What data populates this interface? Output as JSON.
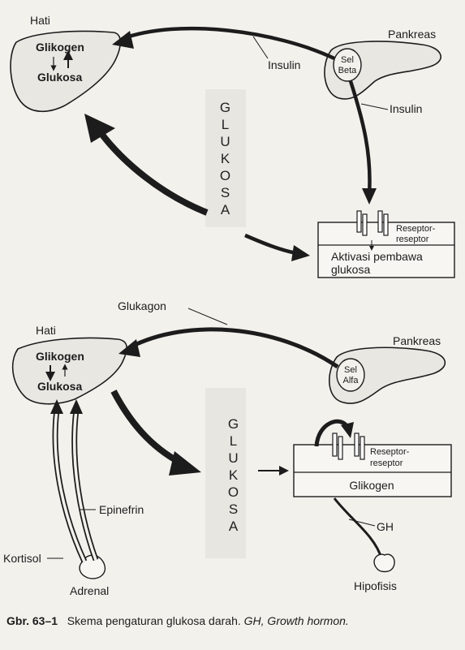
{
  "top": {
    "liver_label": "Hati",
    "liver_line1": "Glikogen",
    "liver_line2": "Glukosa",
    "pancreas_label": "Pankreas",
    "cell_line1": "Sel",
    "cell_line2": "Beta",
    "insulin_top": "Insulin",
    "insulin_side": "Insulin",
    "vertical_word": [
      "G",
      "L",
      "U",
      "K",
      "O",
      "S",
      "A"
    ],
    "receptor_line1": "Reseptor-",
    "receptor_line2": "reseptor",
    "activation_line1": "Aktivasi pembawa",
    "activation_line2": "glukosa"
  },
  "bottom": {
    "glucagon_label": "Glukagon",
    "liver_label": "Hati",
    "liver_line1": "Glikogen",
    "liver_line2": "Glukosa",
    "pancreas_label": "Pankreas",
    "cell_line1": "Sel",
    "cell_line2": "Alfa",
    "vertical_word": [
      "G",
      "L",
      "U",
      "K",
      "O",
      "S",
      "A"
    ],
    "receptor_line1": "Reseptor-",
    "receptor_line2": "reseptor",
    "glycogen_box": "Glikogen",
    "epinefrin_label": "Epinefrin",
    "kortisol_label": "Kortisol",
    "adrenal_label": "Adrenal",
    "gh_label": "GH",
    "hipofisis_label": "Hipofisis"
  },
  "caption": {
    "number": "Gbr. 63–1",
    "text": "Skema pengaturan glukosa darah.",
    "italic": "GH, Growth hormon."
  }
}
